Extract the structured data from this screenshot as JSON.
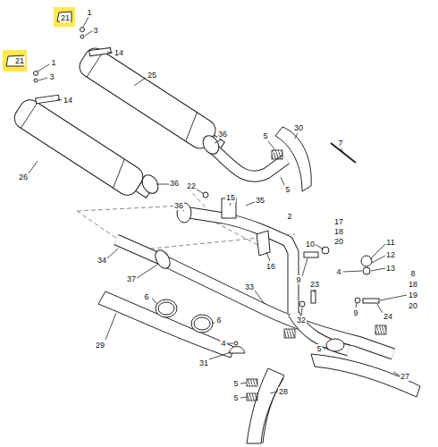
{
  "diagram": {
    "labels": [
      "21",
      "1",
      "3",
      "14",
      "21",
      "1",
      "3",
      "14",
      "25",
      "30",
      "36",
      "5",
      "7",
      "5",
      "26",
      "36",
      "22",
      "15",
      "35",
      "36",
      "2",
      "17",
      "18",
      "20",
      "10",
      "11",
      "12",
      "34",
      "16",
      "4",
      "13",
      "37",
      "9",
      "8",
      "18",
      "19",
      "20",
      "23",
      "33",
      "6",
      "24",
      "9",
      "32",
      "6",
      "29",
      "4",
      "5",
      "31",
      "27",
      "5",
      "28",
      "5"
    ]
  }
}
